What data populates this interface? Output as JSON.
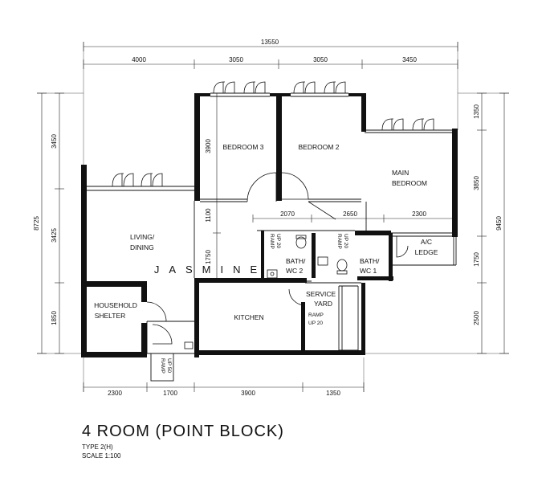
{
  "dimensions": {
    "total_width": "13550",
    "top_segments": [
      "4000",
      "3050",
      "3050",
      "3450"
    ],
    "bottom_segments": [
      "2300",
      "1700",
      "3900",
      "1350"
    ],
    "left_outer": "8725",
    "left_segments": [
      "3450",
      "3425",
      "1850"
    ],
    "right_outer": "9450",
    "right_segments": [
      "1350",
      "3850",
      "1750",
      "2500"
    ],
    "interior_row": [
      "2070",
      "2650",
      "2300"
    ],
    "interior_vertical": [
      "3900",
      "1100",
      "1750"
    ]
  },
  "rooms": {
    "bedroom3": "BEDROOM 3",
    "bedroom2": "BEDROOM 2",
    "main_bedroom_1": "MAIN",
    "main_bedroom_2": "BEDROOM",
    "living_1": "LIVING/",
    "living_2": "DINING",
    "bath2_1": "BATH/",
    "bath2_2": "WC 2",
    "bath1_1": "BATH/",
    "bath1_2": "WC 1",
    "ac_1": "A/C",
    "ac_2": "LEDGE",
    "household_1": "HOUSEHOLD",
    "household_2": "SHELTER",
    "kitchen": "KITCHEN",
    "service_1": "SERVICE",
    "service_2": "YARD",
    "ramp20_a_1": "RAMP",
    "ramp20_a_2": "UP 20",
    "ramp20_b_1": "RAMP",
    "ramp20_b_2": "UP 20",
    "ramp20_c_1": "RAMP",
    "ramp20_c_2": "UP 20",
    "ramp50_1": "RAMP",
    "ramp50_2": "UP 50"
  },
  "watermark": "JASMINE",
  "title": "4 ROOM (POINT BLOCK)",
  "type": "TYPE 2(H)",
  "scale": "SCALE 1:100"
}
